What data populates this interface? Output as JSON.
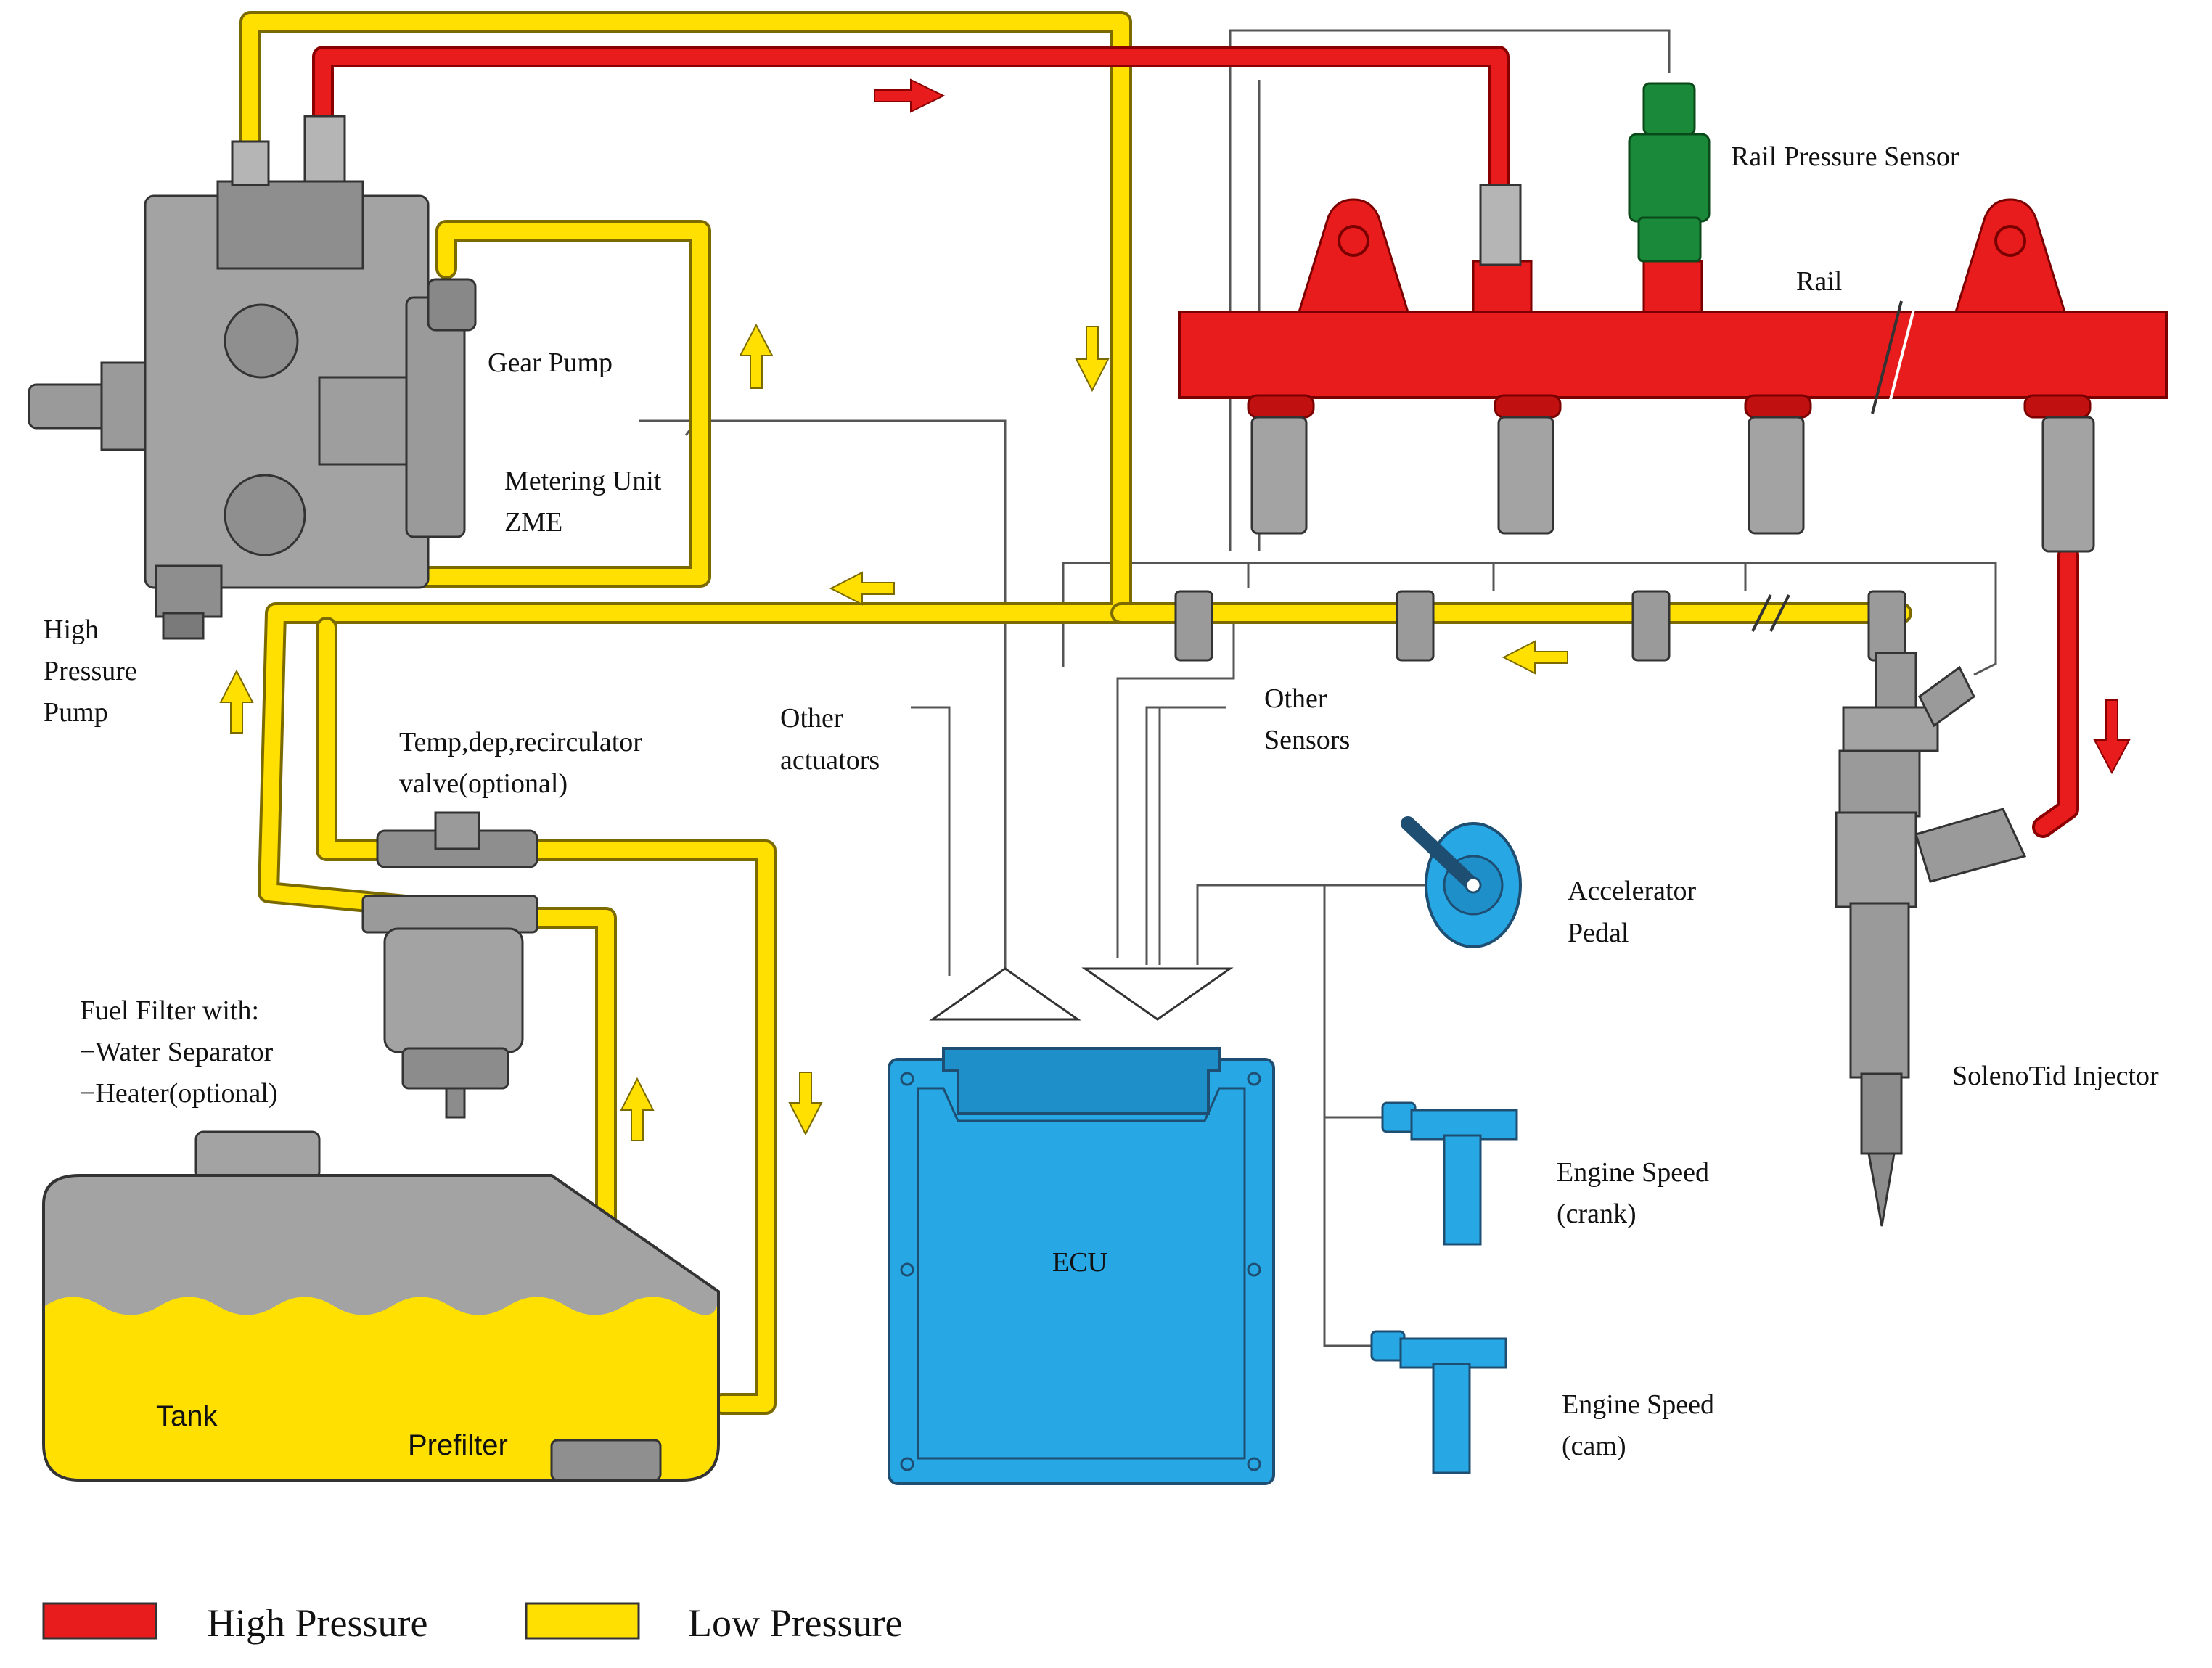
{
  "colors": {
    "high_pressure": "#e81c1c",
    "low_pressure": "#ffe000",
    "ecu": "#28a7e5",
    "sensor": "#1a8a3a",
    "metal": "#9a9a9a",
    "tank_fuel": "#ffe000",
    "tank_body": "#a3a3a3"
  },
  "labels": {
    "rail_pressure_sensor": "Rail Pressure Sensor",
    "rail": "Rail",
    "gear_pump": "Gear Pump",
    "metering_unit_line1": "Metering Unit",
    "metering_unit_line2": "ZME",
    "high_pressure_pump_line1": "High",
    "high_pressure_pump_line2": "Pressure",
    "high_pressure_pump_line3": "Pump",
    "temp_valve_line1": "Temp,dep,recirculator",
    "temp_valve_line2": "valve(optional)",
    "other_actuators_line1": "Other",
    "other_actuators_line2": "actuators",
    "other_sensors_line1": "Other",
    "other_sensors_line2": "Sensors",
    "accelerator_line1": "Accelerator",
    "accelerator_line2": "Pedal",
    "fuel_filter_line1": "Fuel Filter with:",
    "fuel_filter_line2": "−Water Separator",
    "fuel_filter_line3": "−Heater(optional)",
    "tank": "Tank",
    "prefilter": "Prefilter",
    "ecu": "ECU",
    "engine_speed_crank_line1": "Engine Speed",
    "engine_speed_crank_line2": "(crank)",
    "engine_speed_cam_line1": "Engine Speed",
    "engine_speed_cam_line2": "(cam)",
    "injector": "SolenoTid Injector"
  },
  "legend": {
    "high_pressure": "High Pressure",
    "low_pressure": "Low Pressure"
  }
}
